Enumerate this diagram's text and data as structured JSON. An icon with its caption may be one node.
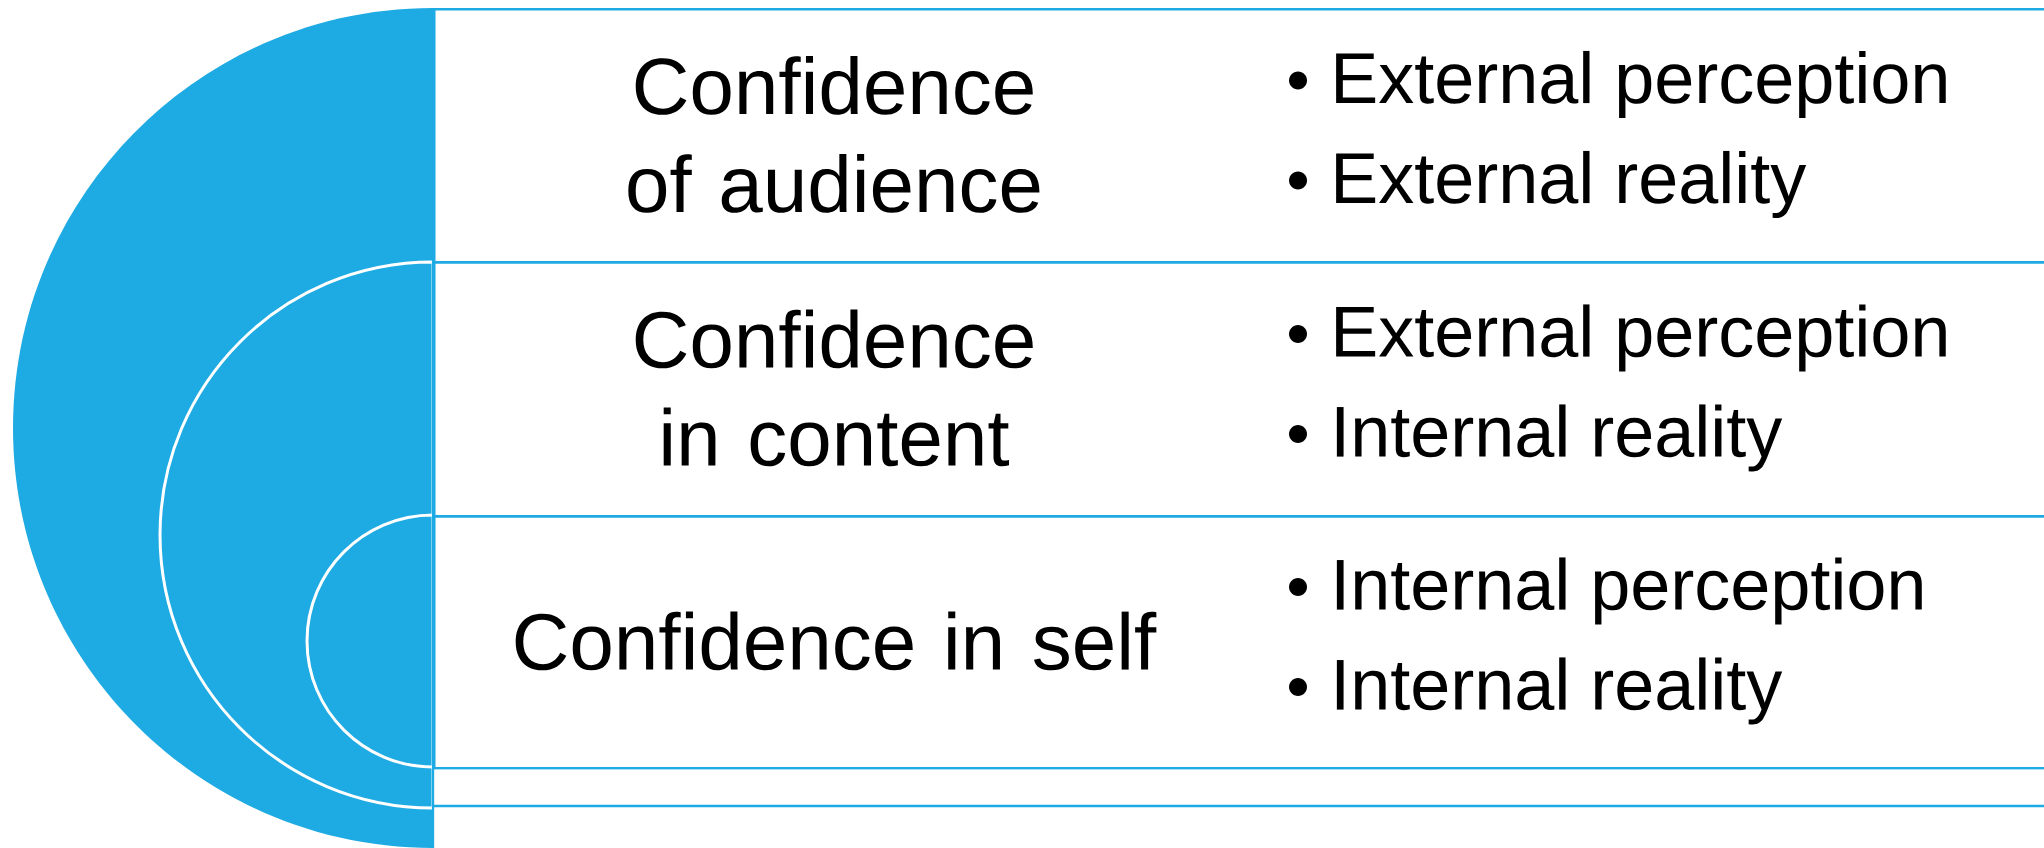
{
  "diagram": {
    "nodes": [
      {
        "text": [
          "Confidence of audience",
          "External perception",
          "External reality"
        ]
      },
      {
        "text": [
          "Confidence in content",
          "External perception",
          "Internal reality"
        ]
      },
      {
        "text": [
          "Confidence in self",
          "Internal perception",
          "Internal reality"
        ]
      }
    ]
  }
}
